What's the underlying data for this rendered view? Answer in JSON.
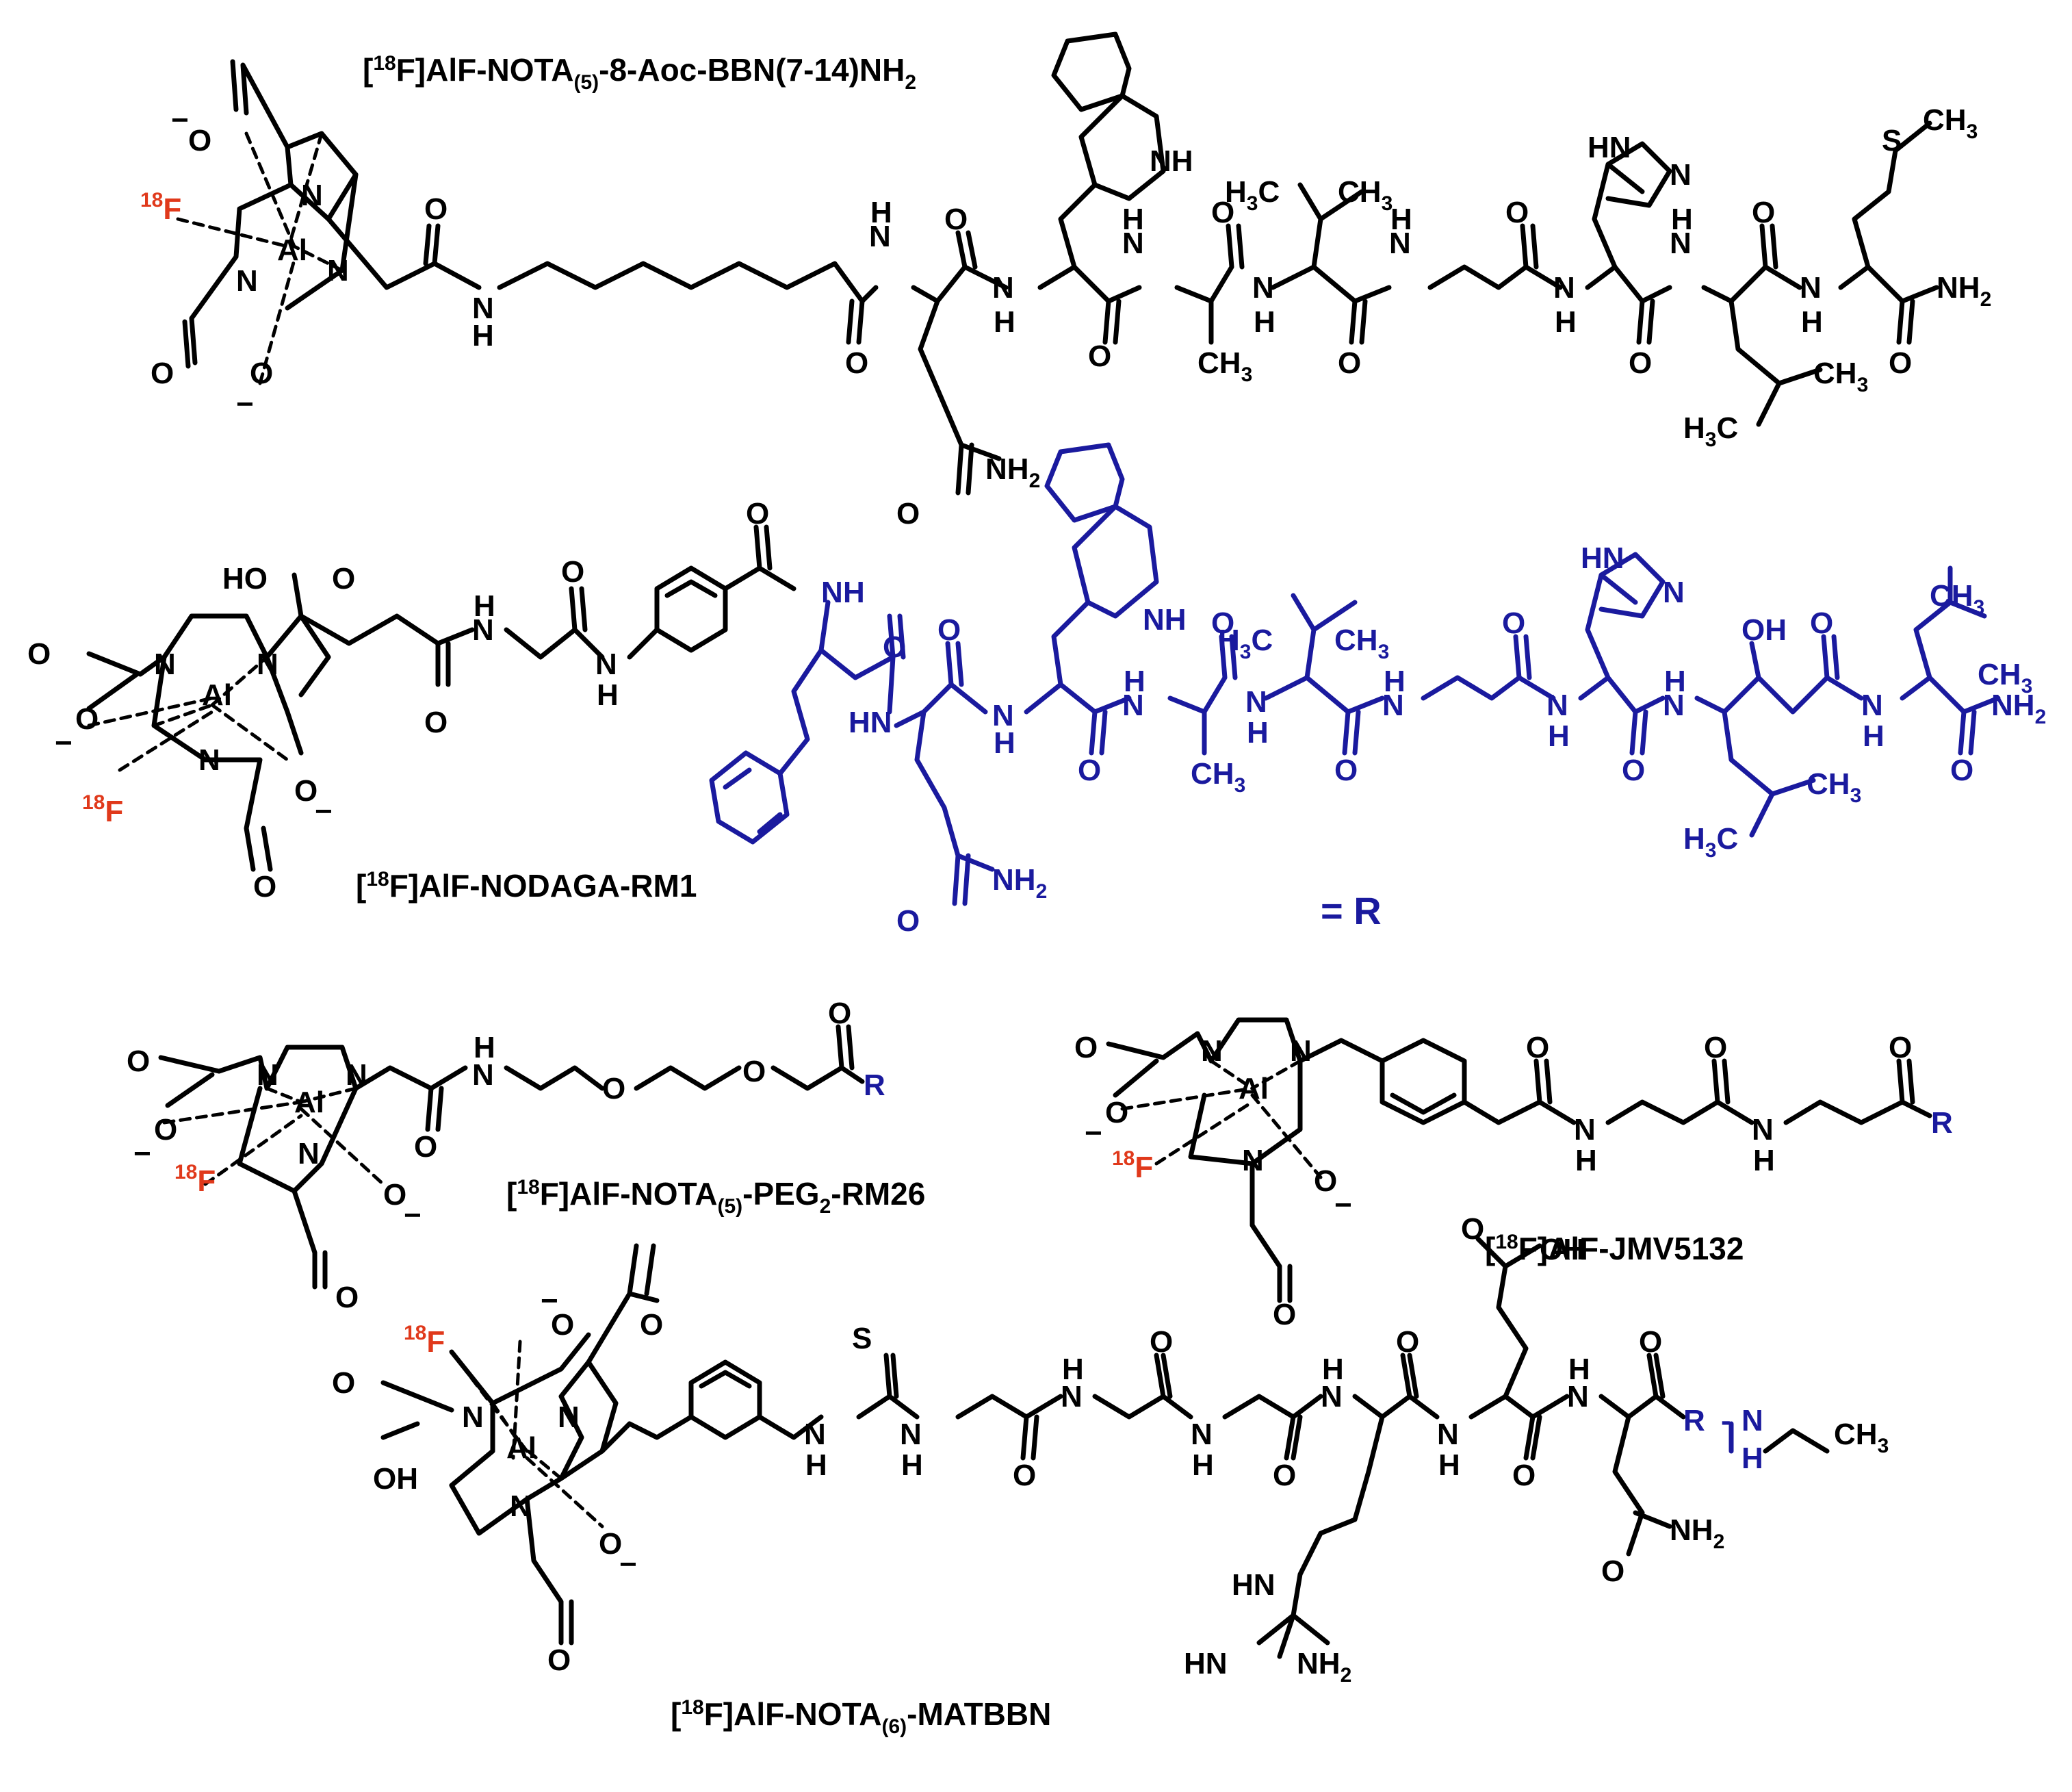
{
  "figure": {
    "colors": {
      "bond": "#000000",
      "peptide_R": "#1a1a9e",
      "fluorine_18": "#e0391b"
    },
    "compounds": [
      {
        "id": "c1",
        "name_parts": [
          "[",
          "18",
          "F]AlF-NOTA",
          "(5)",
          "-8-Aoc-BBN(7-14)NH",
          "2"
        ]
      },
      {
        "id": "c2",
        "name_parts": [
          "[",
          "18",
          "F]AlF-NODAGA-RM1"
        ],
        "r_definition": "= R"
      },
      {
        "id": "c3",
        "name_parts": [
          "[",
          "18",
          "F]AlF-NOTA",
          "(5)",
          "-PEG",
          "2",
          "-RM26"
        ]
      },
      {
        "id": "c4",
        "name_parts": [
          "[",
          "18",
          "F]AlF-JMV5132"
        ]
      },
      {
        "id": "c5",
        "name_parts": [
          "[",
          "18",
          "F]AlF-NOTA",
          "(6)",
          "-MATBBN"
        ]
      }
    ],
    "atom_labels": {
      "Al": "Al",
      "F18_sup": "18",
      "F": "F",
      "N": "N",
      "O": "O",
      "H": "H",
      "NH": "NH",
      "HN": "HN",
      "NH2": "NH",
      "two": "2",
      "CH3": "CH",
      "three": "3",
      "H3C": "H",
      "C": "C",
      "HO": "HO",
      "OH": "OH",
      "S": "S",
      "R": "R",
      "minus": "−"
    }
  }
}
